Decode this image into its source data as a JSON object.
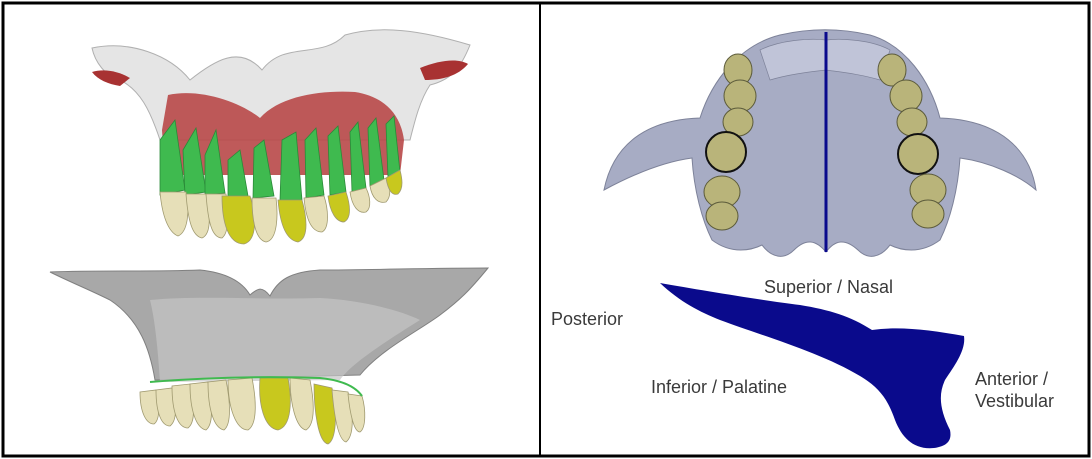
{
  "labels": {
    "superior": "Superior / Nasal",
    "posterior": "Posterior",
    "inferior": "Inferior / Palatine",
    "anterior_line1": "Anterior /",
    "anterior_line2": "Vestibular"
  },
  "colors": {
    "border": "#000000",
    "gingiva": "#b84848",
    "tooth_crown": "#e6dfb8",
    "tooth_root_green": "#3fba4f",
    "tooth_highlight_yellow": "#c8c81e",
    "bone_gray": "#a8a8a8",
    "palate_blue_gray": "#a7acc4",
    "molar_olive": "#b9b47a",
    "section_navy": "#0a0a8c"
  },
  "panels": {
    "left_top": "3d-maxilla-with-roots-and-gingiva",
    "left_bottom": "3d-maxilla-bone-with-teeth",
    "right_top": "occlusal-view-of-palate-with-midline",
    "right_bottom": "sagittal-cross-section-of-palate"
  }
}
